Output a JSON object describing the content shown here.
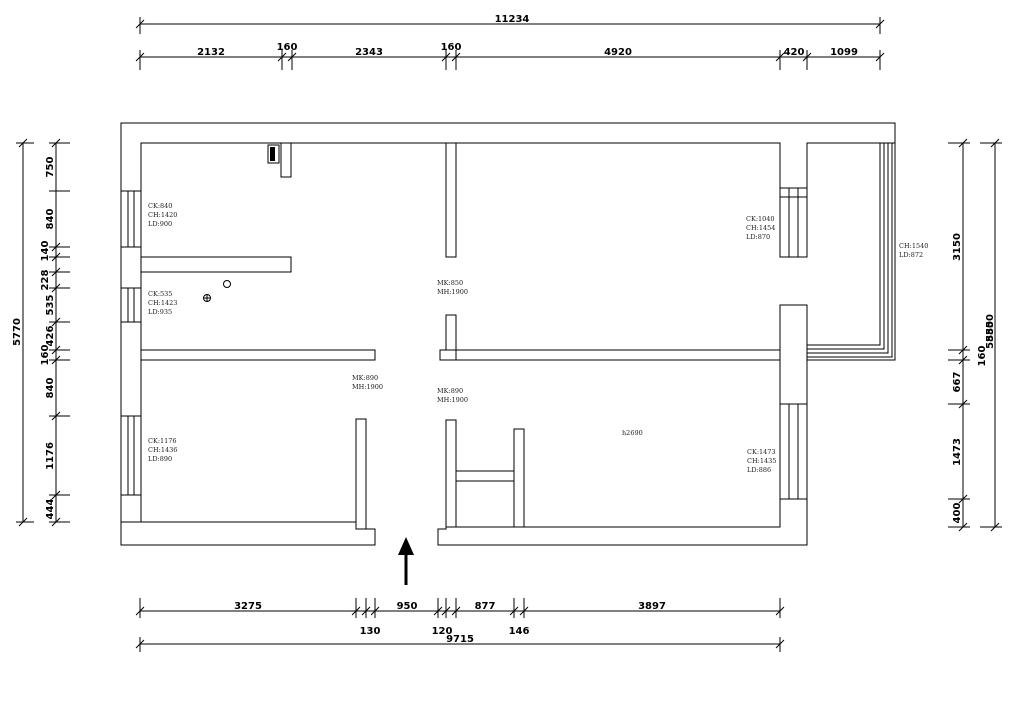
{
  "dimensions": {
    "top_total": "11234",
    "top_segments": [
      "2132",
      "160",
      "2343",
      "160",
      "4920",
      "420",
      "1099"
    ],
    "bottom_segments": [
      "3275",
      "130",
      "950",
      "120",
      "877",
      "146",
      "3897"
    ],
    "bottom_total": "9715",
    "left_total": "5770",
    "left_segments": [
      "750",
      "840",
      "140",
      "228",
      "535",
      "426",
      "160",
      "840",
      "1176",
      "444"
    ],
    "right_segments": [
      "3150",
      "160",
      "667",
      "1473",
      "400"
    ],
    "right_total_a": "5850",
    "right_total_b": "5850"
  },
  "annotations": {
    "win_1": [
      "CK:840",
      "CH:1420",
      "LD:900"
    ],
    "win_2": [
      "CK:535",
      "CH:1423",
      "LD:935"
    ],
    "win_3": [
      "CK:1176",
      "CH:1436",
      "LD:890"
    ],
    "win_4": [
      "CK:1040",
      "CH:1454",
      "LD:870"
    ],
    "win_5": [
      "CK:1473",
      "CH:1435",
      "LD:886"
    ],
    "win_6": [
      "CH:1540",
      "LD:872"
    ],
    "door_1": [
      "MK:850",
      "MH:1900"
    ],
    "door_2": [
      "MK:890",
      "MH:1900"
    ],
    "door_3": [
      "MK:890",
      "MH:1900"
    ],
    "height": "h2690"
  },
  "icons": {
    "entry": "entry-arrow-icon",
    "gas_meter": "gas-meter-icon",
    "drain": "floor-drain-icon",
    "water_heater": "water-heater-icon"
  }
}
